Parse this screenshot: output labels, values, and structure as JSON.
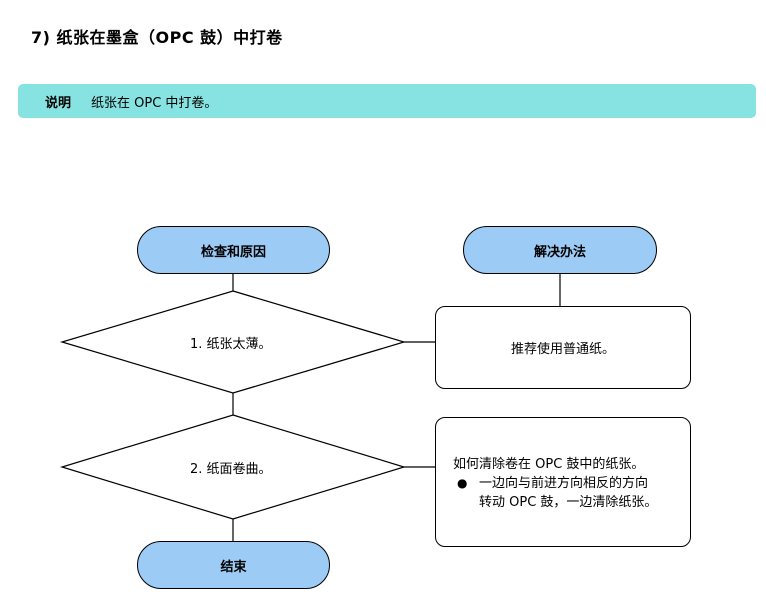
{
  "header": {
    "title": "7)  纸张在墨盒（OPC 鼓）中打卷"
  },
  "note": {
    "label": "说明",
    "text": "纸张在 OPC 中打卷。"
  },
  "flowchart": {
    "left_header": "检查和原因",
    "right_header": "解决办法",
    "steps": [
      {
        "check": "1.  纸张太薄。",
        "solution": "推荐使用普通纸。"
      },
      {
        "check": "2.  纸面卷曲。",
        "solution_intro": "如何清除卷在 OPC 鼓中的纸张。",
        "solution_bullet_line1": "一边向与前进方向相反的方向",
        "solution_bullet_line2": "转动 OPC 鼓，一边清除纸张。"
      }
    ],
    "end_label": "结束"
  }
}
